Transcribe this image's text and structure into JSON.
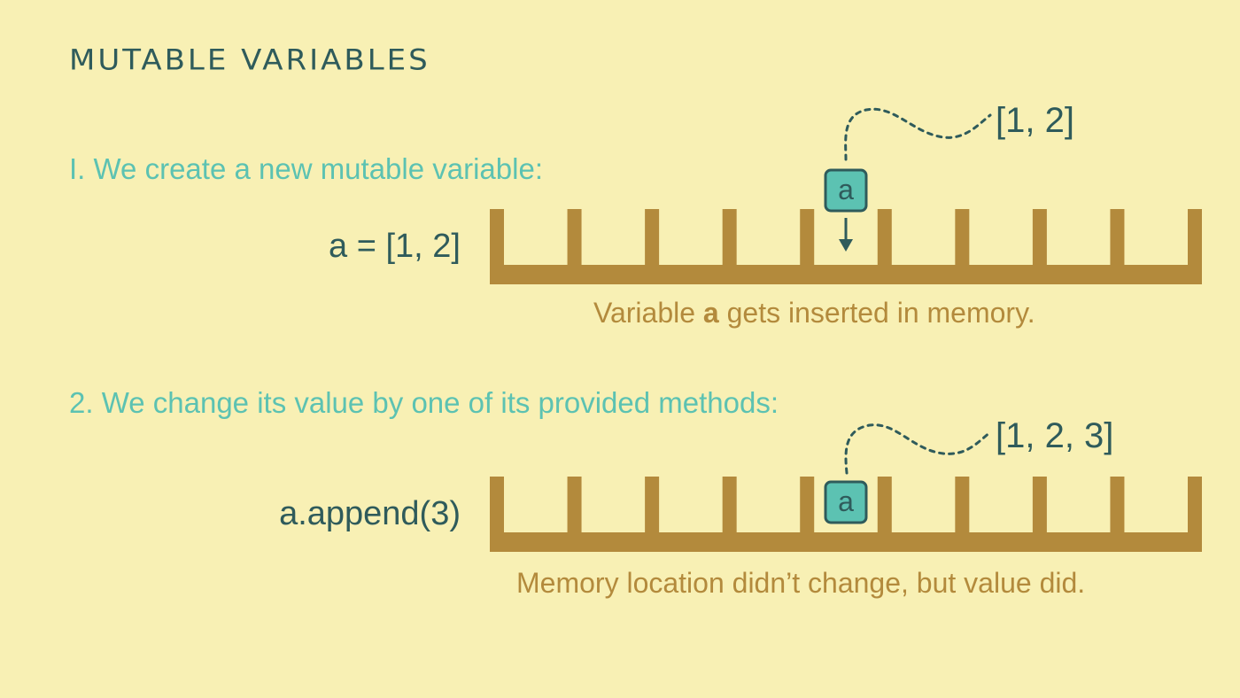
{
  "title": "MUTABLE VARIABLES",
  "colors": {
    "background": "#f8f0b4",
    "title": "#2f5b5b",
    "step": "#5cc2b2",
    "code": "#2f5b5b",
    "memory": "#b38a3c",
    "caption": "#b38a3c",
    "box_fill": "#5cc2b2",
    "box_border": "#2f5b5b"
  },
  "steps": [
    {
      "heading": "I. We create a new mutable variable:",
      "code": "a = [1, 2]",
      "variable_label": "a",
      "value_label": "[1, 2]",
      "caption_before": "Variable ",
      "caption_bold": "a",
      "caption_after": " gets inserted in memory."
    },
    {
      "heading": "2. We change its value by one of its provided methods:",
      "code": "a.append(3)",
      "variable_label": "a",
      "value_label": "[1, 2, 3]",
      "caption": "Memory location didn’t change, but value did."
    }
  ]
}
